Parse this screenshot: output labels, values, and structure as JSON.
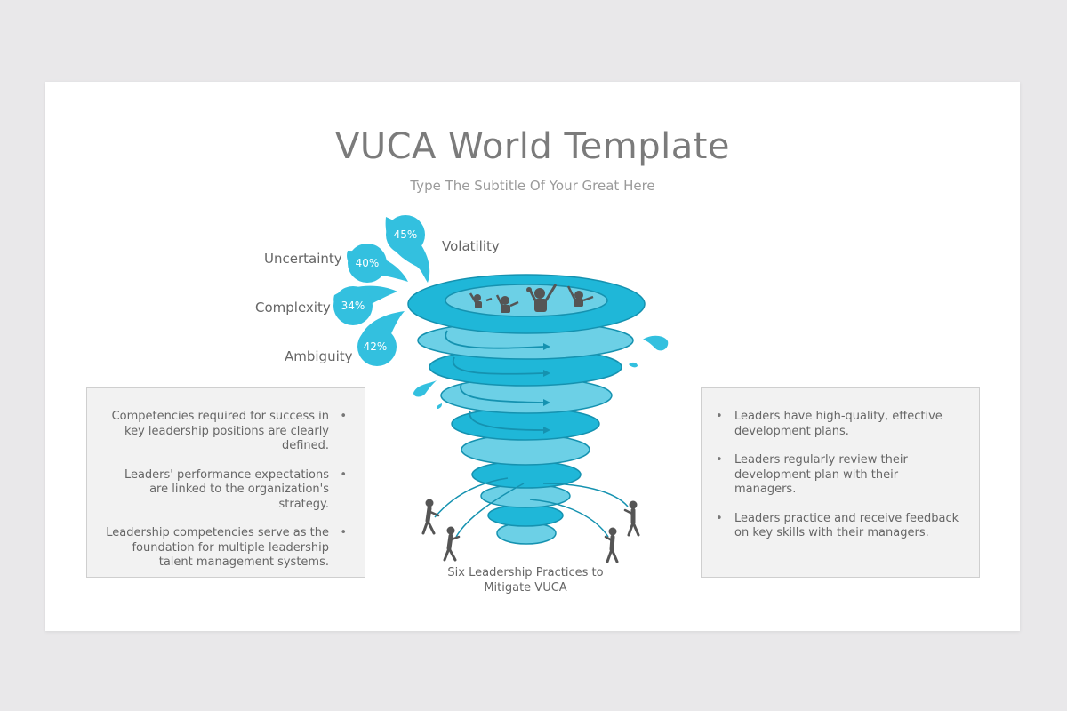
{
  "slide": {
    "title": "VUCA World Template",
    "subtitle": "Type The Subtitle Of Your Great Here"
  },
  "drops": [
    {
      "label": "Volatility",
      "value": "45%"
    },
    {
      "label": "Uncertainty",
      "value": "40%"
    },
    {
      "label": "Complexity",
      "value": "34%"
    },
    {
      "label": "Ambiguity",
      "value": "42%"
    }
  ],
  "left_box": {
    "items": [
      "Competencies required for success in key leadership positions are clearly defined.",
      "Leaders' performance expectations are linked to the organization's strategy.",
      "Leadership competencies serve as the foundation for multiple leadership talent management systems."
    ]
  },
  "right_box": {
    "items": [
      "Leaders have high-quality, effective development plans.",
      "Leaders regularly review their development plan with their managers.",
      "Leaders practice and receive feedback on key skills with their managers."
    ]
  },
  "caption": "Six Leadership Practices to Mitigate VUCA",
  "colors": {
    "dark_teal": "#1fb7d8",
    "light_teal": "#6cd0e6",
    "stroke": "#1592b0",
    "figure": "#555555"
  }
}
